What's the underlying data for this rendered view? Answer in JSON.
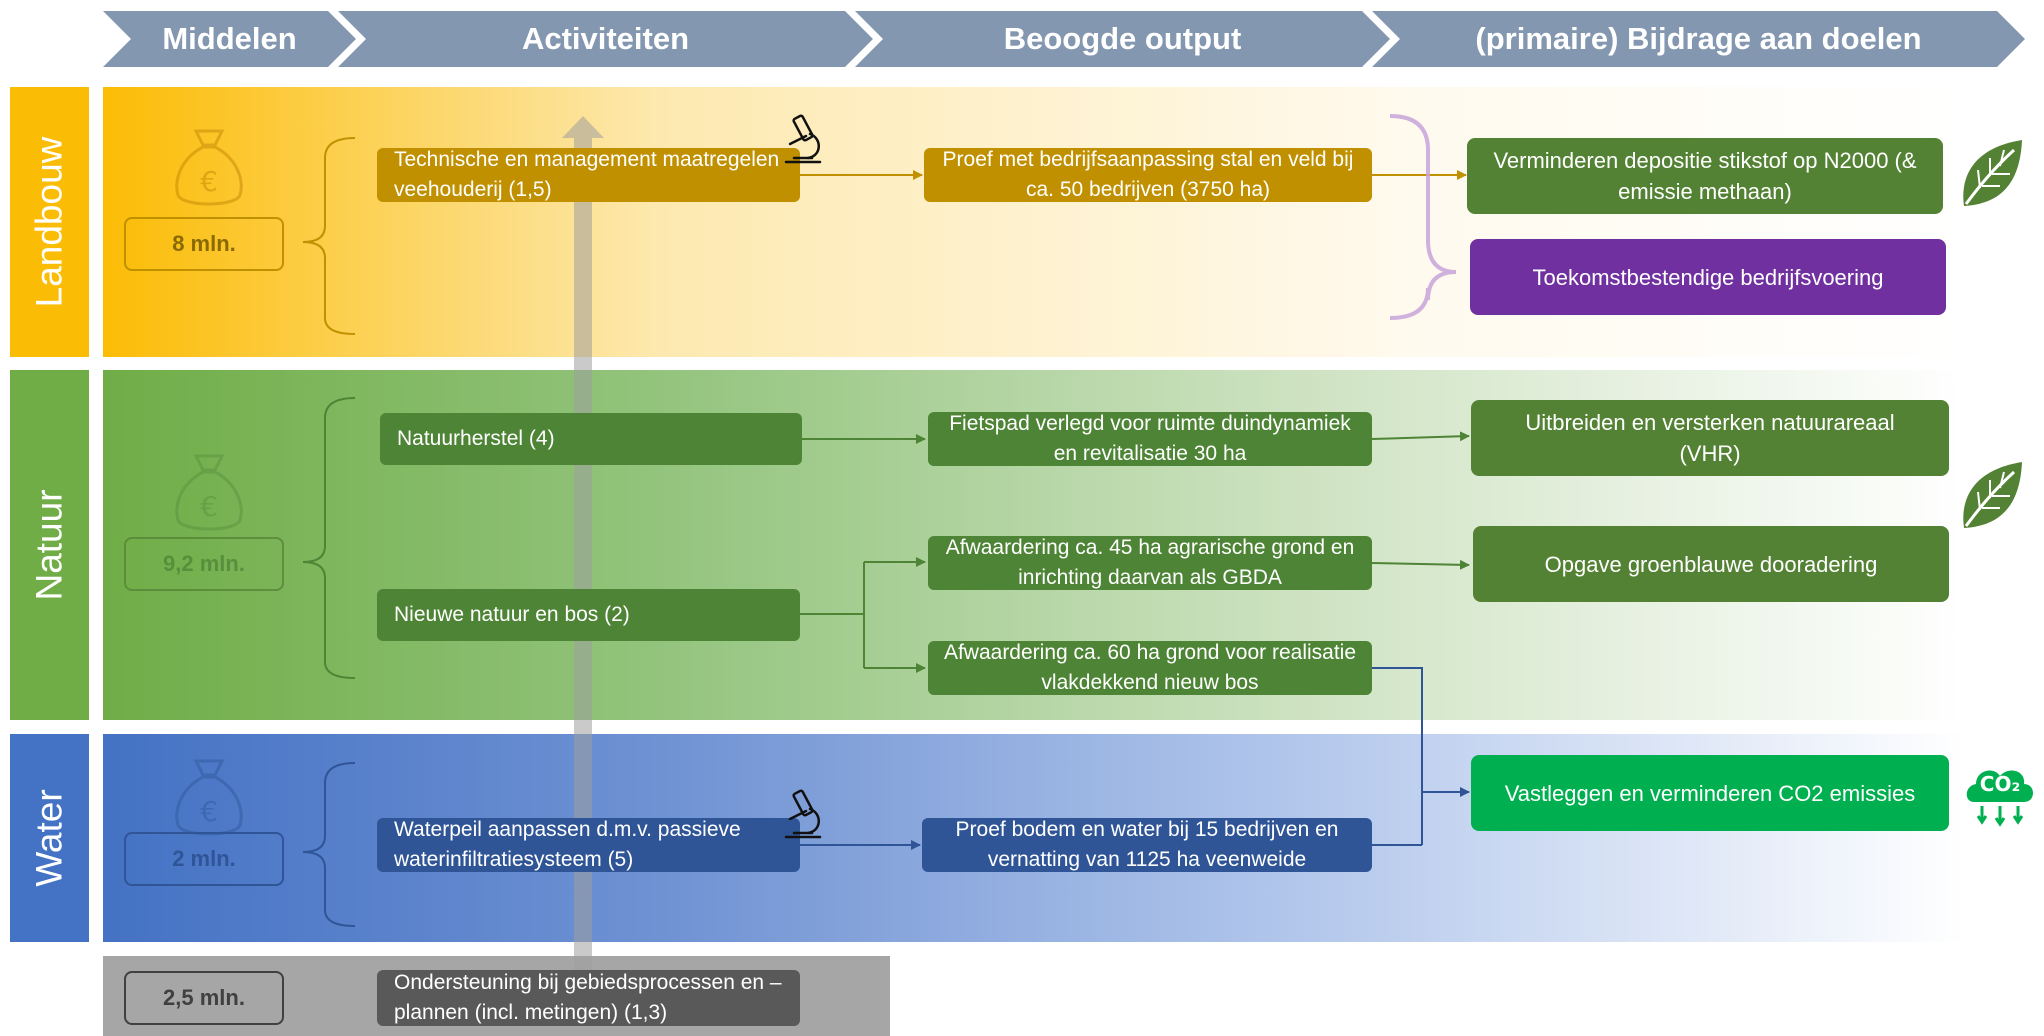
{
  "header": {
    "col1": "Middelen",
    "col2": "Activiteiten",
    "col3": "Beoogde output",
    "col4": "(primaire) Bijdrage aan doelen"
  },
  "rows": {
    "landbouw": {
      "label": "Landbouw",
      "budget": "8 mln.",
      "activity": "Technische en management maatregelen veehouderij (1,5)",
      "output": "Proef met bedrijfsaanpassing stal en veld bij ca. 50 bedrijven (3750 ha)",
      "goal1": "Verminderen depositie stikstof op N2000 (& emissie methaan)",
      "goal2": "Toekomstbestendige bedrijfsvoering"
    },
    "natuur": {
      "label": "Natuur",
      "budget": "9,2 mln.",
      "activity1": "Natuurherstel (4)",
      "activity2": "Nieuwe natuur en bos (2)",
      "output1": "Fietspad verlegd voor ruimte duindynamiek en revitalisatie 30 ha",
      "output2": "Afwaardering ca. 45 ha agrarische grond en inrichting daarvan als GBDA",
      "output3": "Afwaardering ca. 60 ha grond voor realisatie vlakdekkend nieuw bos",
      "goal1": "Uitbreiden en versterken natuurareaal (VHR)",
      "goal2": "Opgave groenblauwe dooradering"
    },
    "water": {
      "label": "Water",
      "budget": "2 mln.",
      "activity": "Waterpeil aanpassen d.m.v. passieve waterinfiltratiesysteem (5)",
      "output": "Proef bodem en water bij 15 bedrijven en vernatting van 1125 ha veenweide",
      "goal": "Vastleggen en verminderen CO2 emissies"
    },
    "support": {
      "budget": "2,5 mln.",
      "activity": "Ondersteuning bij gebiedsprocessen en –plannen (incl. metingen) (1,3)"
    }
  },
  "icons": {
    "co2_label": "CO₂",
    "names": [
      "money-bag-icon",
      "microscope-icon",
      "leaf-icon",
      "co2-cloud-icon"
    ]
  },
  "colors": {
    "header": "#8497b0",
    "landbouw": "#fbbc05",
    "landbouw_box": "#c09000",
    "natuur": "#70ad47",
    "natuur_box": "#4e8435",
    "natuur_goal": "#548235",
    "water": "#4472c4",
    "water_box": "#2f5597",
    "goal_purple": "#7030a0",
    "goal_co2": "#00b050",
    "support": "#a6a6a6",
    "support_box": "#595959"
  }
}
